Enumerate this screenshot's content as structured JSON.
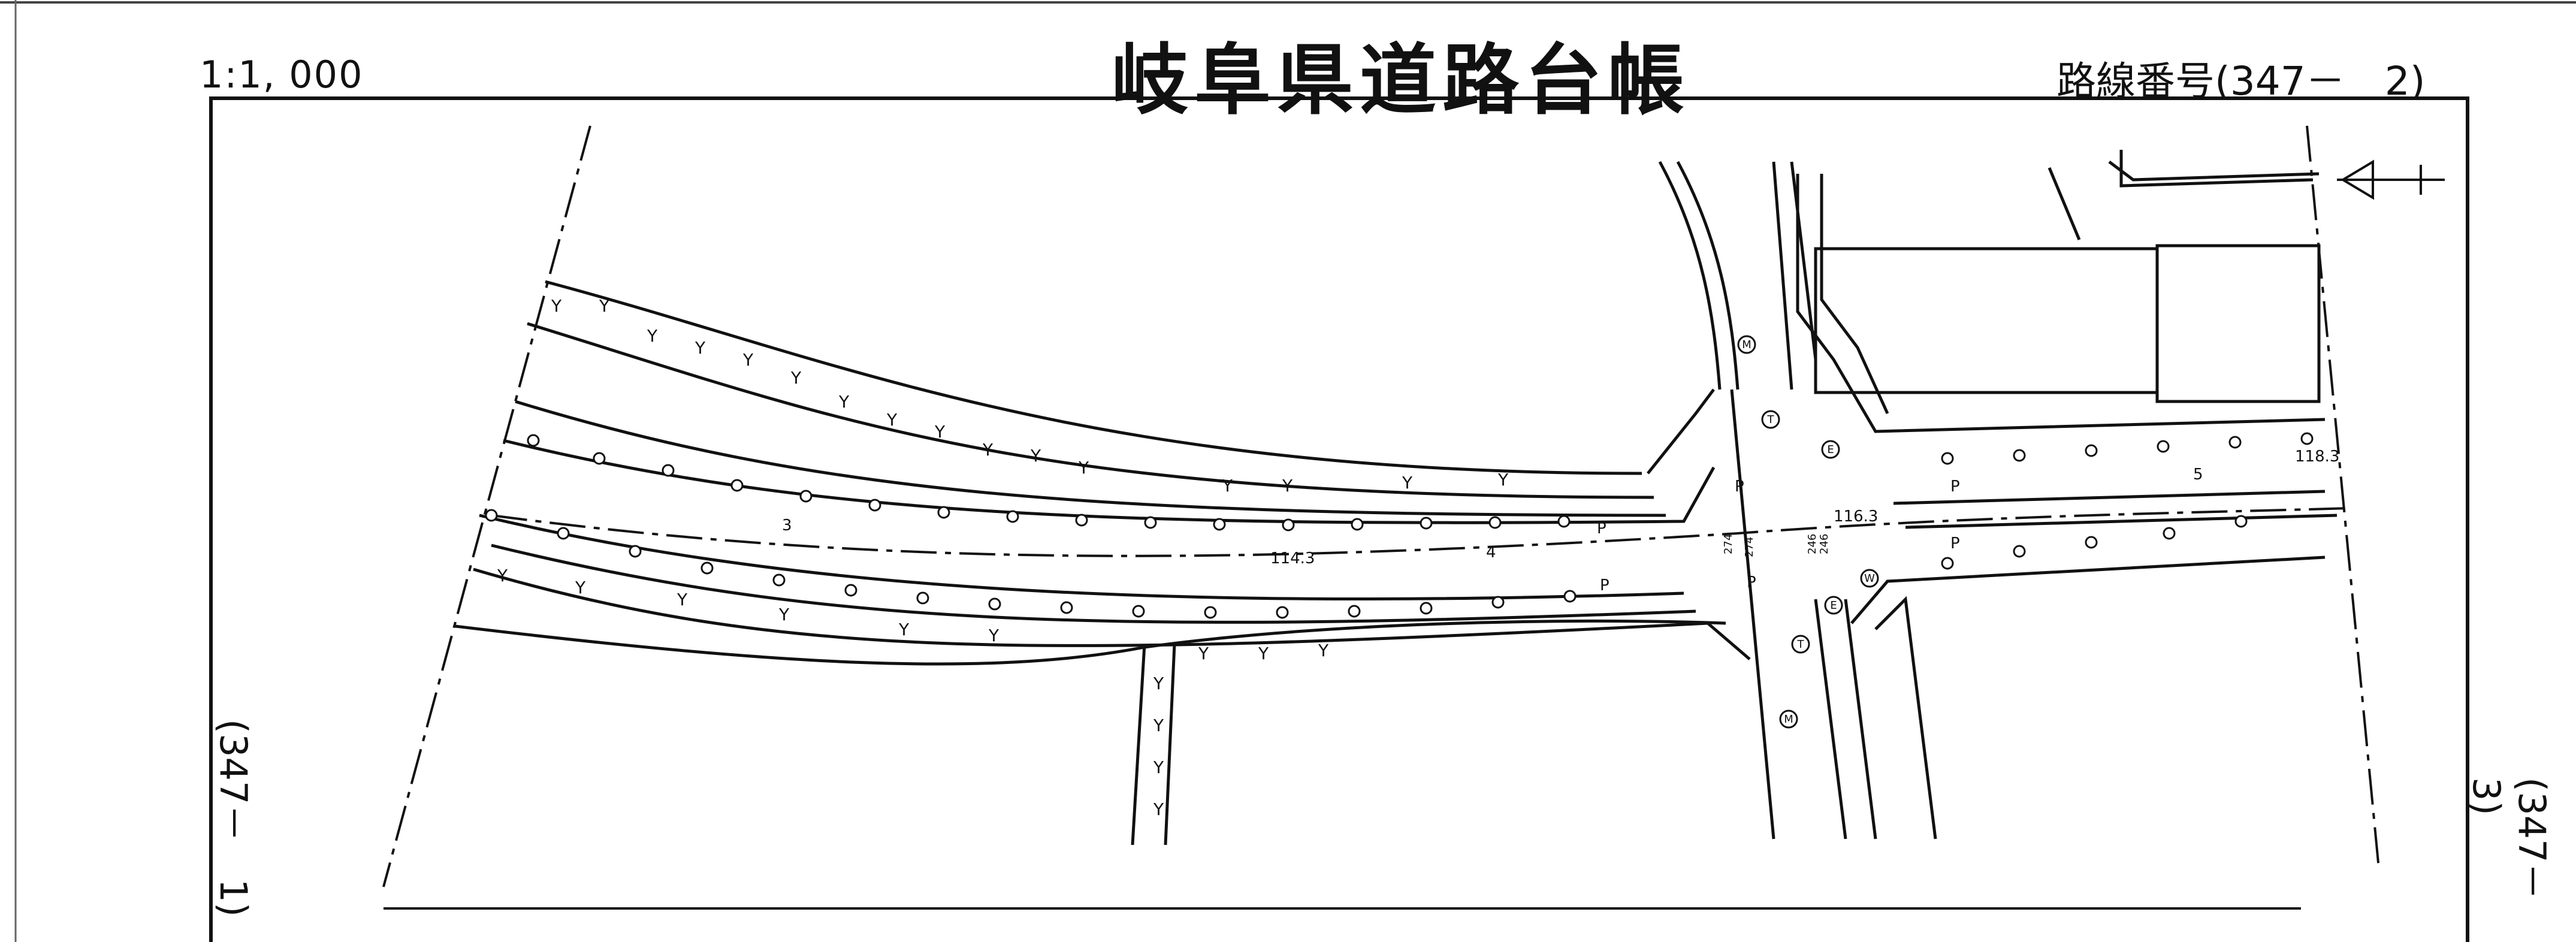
{
  "header": {
    "scale": "1:1, 000",
    "title": "岐阜県道路台帳",
    "route_number": "路線番号(347－　2)"
  },
  "side": {
    "prev_sheet": "(347－　1)",
    "next_sheet": "(347－　3)"
  },
  "map": {
    "elevations": [
      "114.3",
      "116.3",
      "118.3"
    ],
    "stations": [
      "3",
      "4",
      "5"
    ],
    "offsets": [
      "274",
      "274",
      "246",
      "246"
    ],
    "tree_symbol": "Y",
    "pole_symbol": "P",
    "manhole_symbol": "M",
    "telephone_symbol": "T",
    "electric_symbol": "E",
    "water_symbol": "W"
  }
}
